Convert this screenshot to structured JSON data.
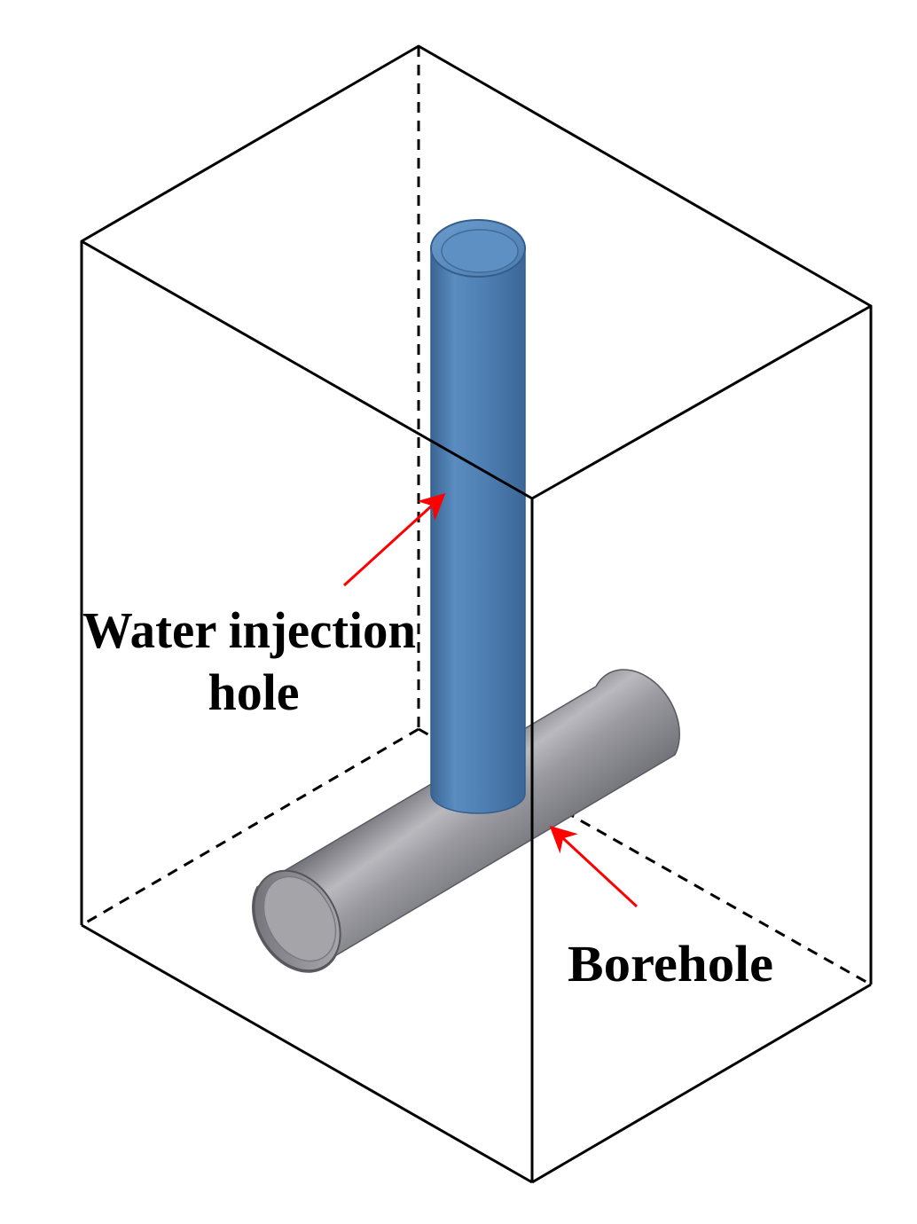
{
  "labels": {
    "water_injection_line1": "Water injection",
    "water_injection_line2": "hole",
    "borehole": "Borehole"
  },
  "colors": {
    "background": "#ffffff",
    "box_edge": "#000000",
    "water_pipe": "#4f80b4",
    "borehole_pipe": "#8e8e94",
    "arrow": "#ff0000"
  }
}
